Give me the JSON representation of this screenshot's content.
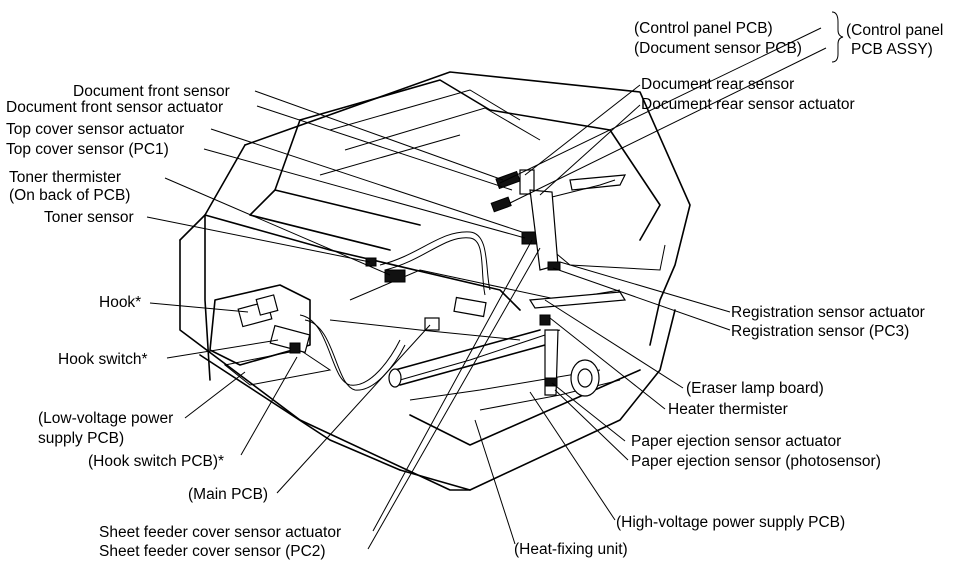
{
  "labels": {
    "control_panel_pcb": "(Control panel PCB)",
    "document_sensor_pcb": "(Document sensor PCB)",
    "control_panel_assy_1": "(Control panel",
    "control_panel_assy_2": "PCB ASSY)",
    "document_rear_sensor": "Document rear sensor",
    "document_rear_sensor_actuator": "Document rear sensor actuator",
    "document_front_sensor": "Document front sensor",
    "document_front_sensor_actuator": "Document front sensor actuator",
    "top_cover_sensor_actuator": "Top cover sensor actuator",
    "top_cover_sensor": "Top cover sensor (PC1)",
    "toner_thermister_1": "Toner thermister",
    "toner_thermister_2": "(On back of PCB)",
    "toner_sensor": "Toner sensor",
    "hook": "Hook*",
    "hook_switch": "Hook switch*",
    "low_voltage_1": "(Low-voltage power",
    "low_voltage_2": "supply PCB)",
    "hook_switch_pcb": "(Hook switch PCB)*",
    "main_pcb": "(Main PCB)",
    "sheet_feeder_actuator": "Sheet feeder cover sensor actuator",
    "sheet_feeder_sensor": "Sheet feeder cover sensor (PC2)",
    "heat_fixing": "(Heat-fixing unit)",
    "high_voltage": "(High-voltage power supply PCB)",
    "paper_ejection_actuator": "Paper ejection sensor actuator",
    "paper_ejection_sensor": "Paper ejection sensor (photosensor)",
    "heater_thermister": "Heater thermister",
    "eraser_lamp": "(Eraser lamp board)",
    "registration_actuator": "Registration sensor actuator",
    "registration_sensor": "Registration sensor (PC3)"
  }
}
